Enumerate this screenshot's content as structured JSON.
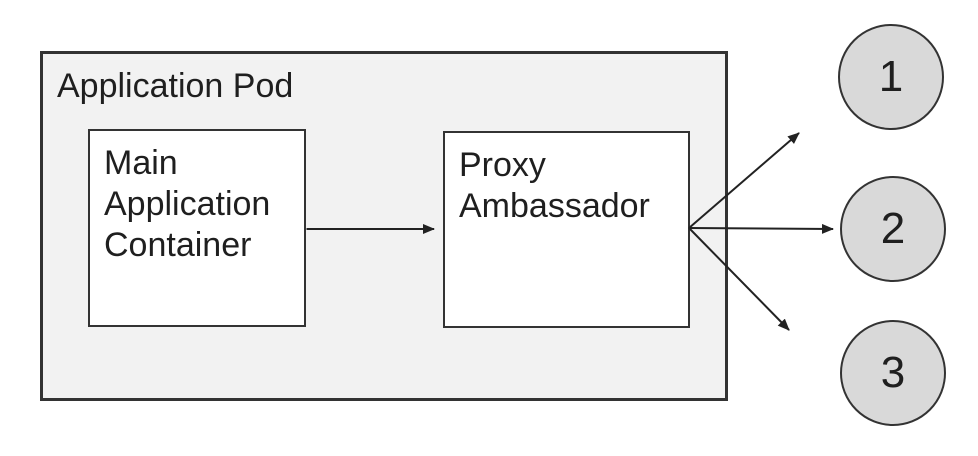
{
  "diagram": {
    "pod": {
      "title": "Application Pod"
    },
    "nodes": [
      {
        "id": "main-app",
        "label": "Main Application Container"
      },
      {
        "id": "proxy",
        "label": "Proxy Ambassador"
      }
    ],
    "endpoints": [
      {
        "id": "endpoint-1",
        "label": "1"
      },
      {
        "id": "endpoint-2",
        "label": "2"
      },
      {
        "id": "endpoint-3",
        "label": "3"
      }
    ],
    "edges": [
      {
        "from": "main-app",
        "to": "proxy"
      },
      {
        "from": "proxy",
        "to": "endpoint-1"
      },
      {
        "from": "proxy",
        "to": "endpoint-2"
      },
      {
        "from": "proxy",
        "to": "endpoint-3"
      }
    ],
    "colors": {
      "canvas_fill": "#ffffff",
      "pod_fill": "#f2f2f2",
      "node_fill": "#ffffff",
      "endpoint_fill": "#d9d9d9",
      "stroke_color": "#333333",
      "arrow_color": "#222222",
      "text_color": "#1f1f1f"
    }
  }
}
